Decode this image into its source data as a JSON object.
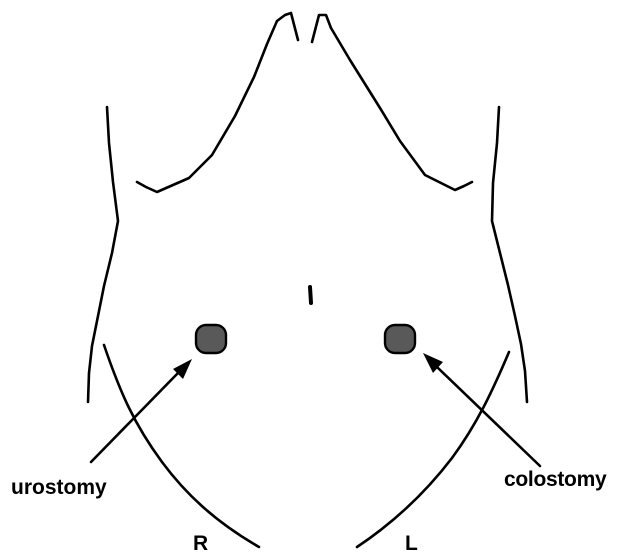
{
  "labels": {
    "urostomy": "urostomy",
    "colostomy": "colostomy",
    "right_side": "R",
    "left_side": "L"
  },
  "colors": {
    "outline": "#000000",
    "stoma_fill": "#595959",
    "background": "#ffffff"
  }
}
